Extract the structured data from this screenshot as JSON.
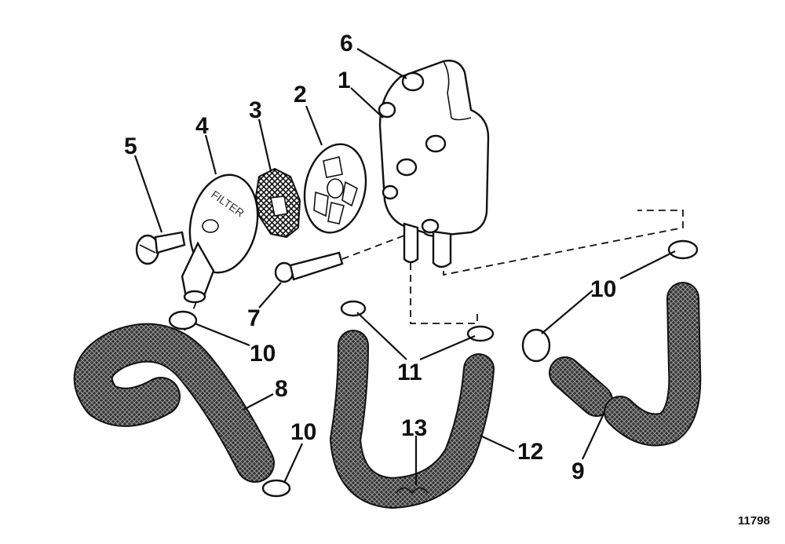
{
  "callouts": {
    "n1": "1",
    "n2": "2",
    "n3": "3",
    "n4": "4",
    "n5": "5",
    "n6": "6",
    "n7": "7",
    "n8": "8",
    "n9": "9",
    "n10a": "10",
    "n10b": "10",
    "n10c": "10",
    "n11": "11",
    "n12": "12",
    "n13": "13"
  },
  "figure_number": "11798",
  "filter_cover_text": "FILTER"
}
